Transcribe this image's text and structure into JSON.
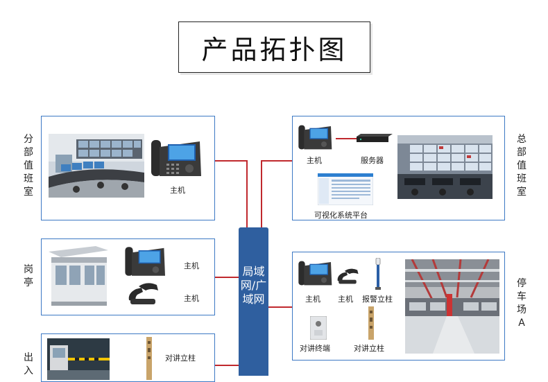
{
  "title": "产品拓扑图",
  "backbone": "局域网/广域网",
  "zones": {
    "branch_duty": {
      "label": "分部值班室",
      "host": "主机"
    },
    "hq_duty": {
      "label": "总部值班室",
      "host": "主机",
      "server": "服务器",
      "platform": "可视化系统平台"
    },
    "guard_booth": {
      "label": "岗亭",
      "host1": "主机",
      "host2": "主机"
    },
    "parking": {
      "label": "停车场A",
      "host": "主机",
      "host2": "主机",
      "alarm_pillar": "报警立柱",
      "intercom_terminal": "对讲终端",
      "intercom_pillar": "对讲立柱"
    },
    "entrance": {
      "label": "出入",
      "intercom_pillar": "对讲立柱"
    }
  },
  "colors": {
    "panel_border": "#3b78c4",
    "link_red": "#c0282d",
    "backbone_blue": "#2f5f9f"
  }
}
